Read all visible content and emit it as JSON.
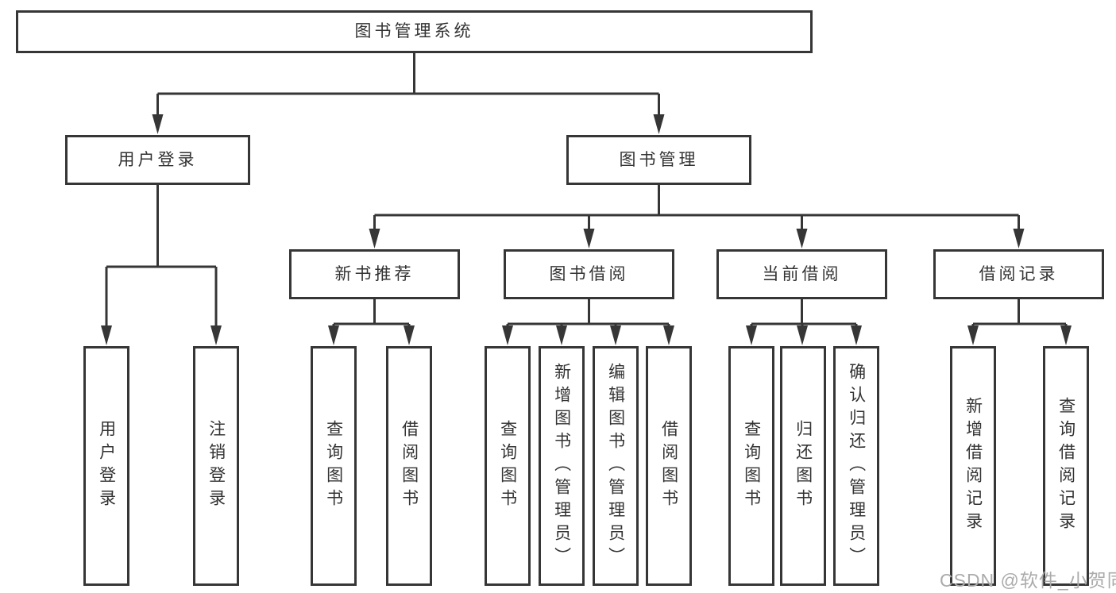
{
  "tree": {
    "label": "图书管理系统",
    "children": [
      {
        "label": "用户登录",
        "children": [
          {
            "label": "用户登录"
          },
          {
            "label": "注销登录"
          }
        ]
      },
      {
        "label": "图书管理",
        "children": [
          {
            "label": "新书推荐",
            "children": [
              {
                "label": "查询图书"
              },
              {
                "label": "借阅图书"
              }
            ]
          },
          {
            "label": "图书借阅",
            "children": [
              {
                "label": "查询图书"
              },
              {
                "label": "新增图书（管理员）"
              },
              {
                "label": "编辑图书（管理员）"
              },
              {
                "label": "借阅图书"
              }
            ]
          },
          {
            "label": "当前借阅",
            "children": [
              {
                "label": "查询图书"
              },
              {
                "label": "归还图书"
              },
              {
                "label": "确认归还（管理员）"
              }
            ]
          },
          {
            "label": "借阅记录",
            "children": [
              {
                "label": "新增借阅记录"
              },
              {
                "label": "查询借阅记录"
              }
            ]
          }
        ]
      }
    ]
  },
  "watermark": {
    "text": "CSDN @软件_小贺同学",
    "color": "#ababab"
  },
  "style": {
    "line_color": "#363636",
    "text_color": "#333333",
    "background": "#ffffff"
  }
}
